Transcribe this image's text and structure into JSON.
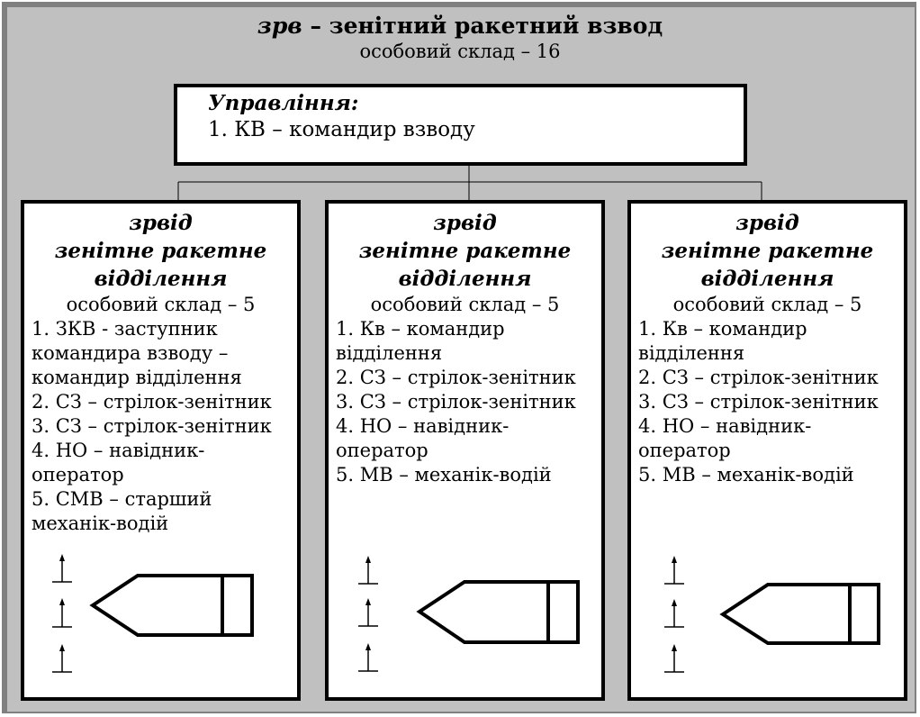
{
  "header": {
    "abbr": "зрв",
    "title_rest": " – зенітний ракетний взвод",
    "strength": "особовий склад – 16"
  },
  "management": {
    "title": "Управління:",
    "items": [
      "1. КВ – командир взводу"
    ]
  },
  "squads": [
    {
      "abbr": "зрвід",
      "name_line1": "зенітне ракетне",
      "name_line2": "відділення",
      "strength": "особовий склад – 5",
      "items": [
        "1. ЗКВ - заступник\nкомандира взводу –\nкомандир відділення",
        "2. СЗ – стрілок-зенітник",
        "3. СЗ – стрілок-зенітник",
        "4. НО – навідник-\nоператор",
        "5. СМВ – старший\nмеханік-водій"
      ]
    },
    {
      "abbr": "зрвід",
      "name_line1": "зенітне ракетне",
      "name_line2": "відділення",
      "strength": "особовий склад – 5",
      "items": [
        "1. Кв – командир\nвідділення",
        "2. СЗ – стрілок-зенітник",
        "3. СЗ – стрілок-зенітник",
        "4. НО – навідник-\nоператор",
        "5. МВ – механік-водій"
      ]
    },
    {
      "abbr": "зрвід",
      "name_line1": "зенітне ракетне",
      "name_line2": "відділення",
      "strength": "особовий склад – 5",
      "items": [
        "1. Кв – командир\nвідділення",
        "2. СЗ – стрілок-зенітник",
        "3. СЗ – стрілок-зенітник",
        "4. НО – навідник-\nоператор",
        "5. МВ – механік-водій"
      ]
    }
  ],
  "colors": {
    "background": "#c0c0c0",
    "frame": "#808080",
    "box_fill": "#ffffff",
    "line": "#000000"
  },
  "symbols": {
    "soldier": "manpad-soldier-icon",
    "vehicle": "combat-vehicle-icon"
  }
}
